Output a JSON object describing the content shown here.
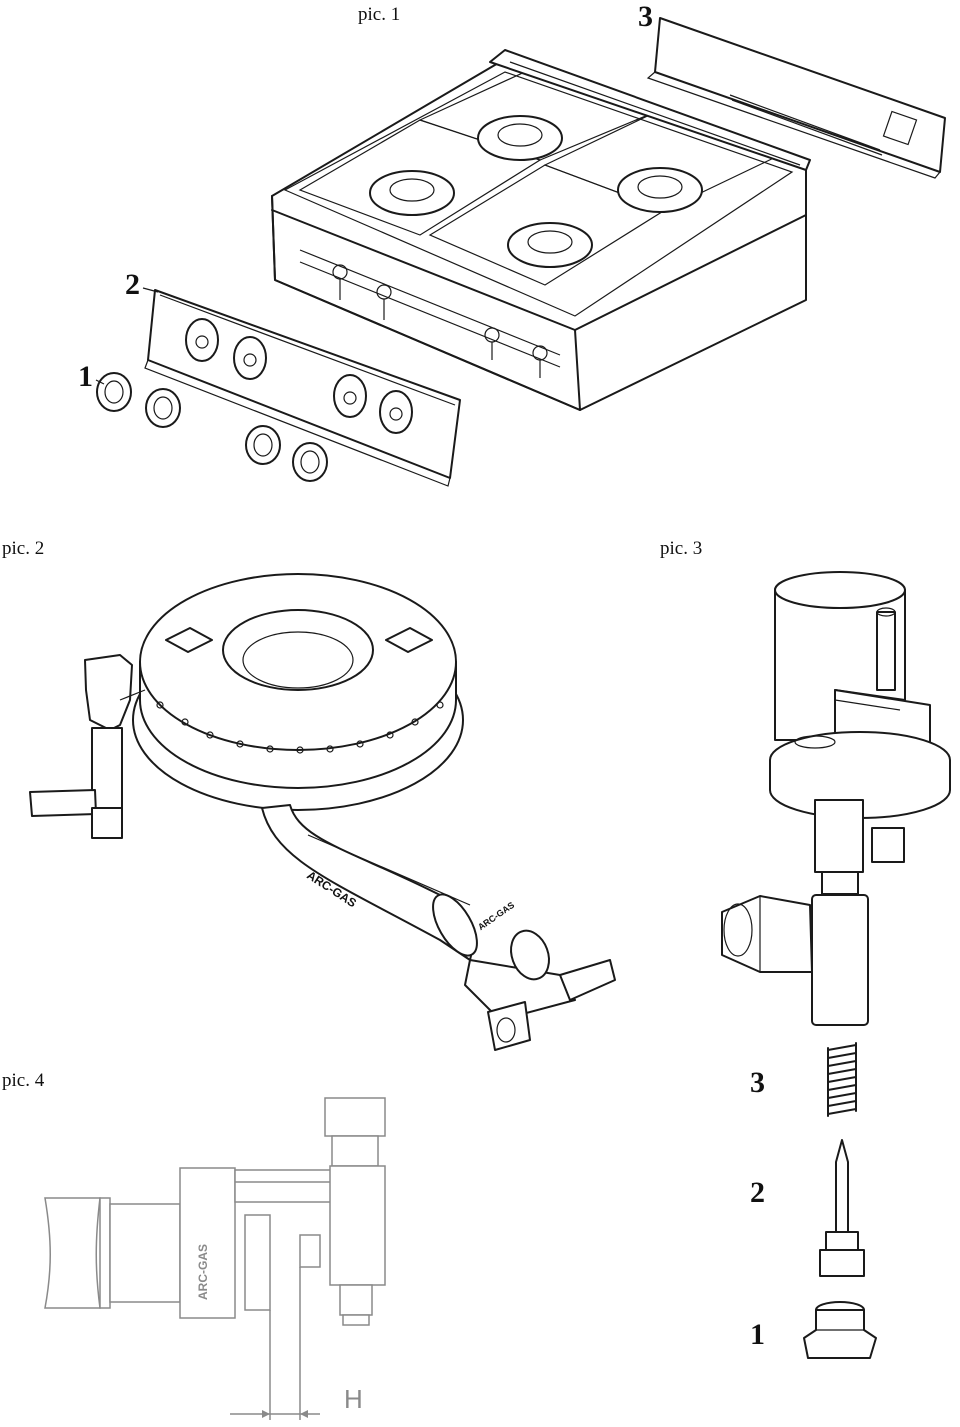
{
  "captions": {
    "pic1": "pic. 1",
    "pic2": "pic. 2",
    "pic3": "pic. 3",
    "pic4": "pic. 4"
  },
  "pic1_labels": {
    "knobs": "1",
    "front_panel": "2",
    "rear_panel": "3"
  },
  "pic3_labels": {
    "spring": "3",
    "pin": "2",
    "nut": "1"
  },
  "brand": {
    "burner_text_1": "ARC-GAS",
    "burner_text_2": "ARC-GAS",
    "pic4_text": "ARC-GAS"
  },
  "dimension": {
    "label": "H"
  }
}
